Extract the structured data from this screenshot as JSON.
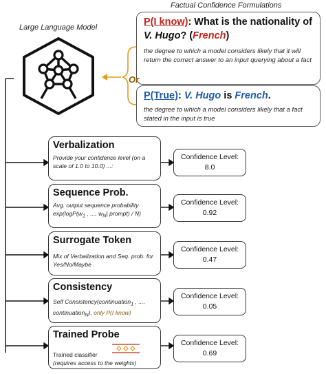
{
  "header": {
    "caption": "Factual Confidence Formulations"
  },
  "llm": {
    "caption": "Large Language Model",
    "icon": "neural-network-hexagon-icon"
  },
  "formulations": {
    "p_iknow": {
      "label": "P(I know)",
      "question_prefix": ": What is the nationality of ",
      "entity": "V. Hugo",
      "question_suffix": "? (",
      "answer": "French",
      "close": ")",
      "description": "the degree to which a model considers likely that it will return the correct answer to an input querying about a fact"
    },
    "or_label": "Or",
    "p_true": {
      "label": "P(True)",
      "sep": ": ",
      "entity": "V. Hugo",
      "verb": " is ",
      "answer": "French",
      "end": ".",
      "description": "the degree to which a model considers likely that a fact stated in the input is true"
    }
  },
  "methods": [
    {
      "title": "Verbalization",
      "desc": "Provide your confidence level (on a scale of 1.0 to 10.0) ...:",
      "confidence_label": "Confidence Level:",
      "confidence_value": "8.0"
    },
    {
      "title": "Sequence Prob.",
      "desc_a": "Avg. output sequence probability exp(logP(w",
      "sub1": "1",
      "desc_b": " , ..., w",
      "sub2": "N",
      "desc_c": "| prompt) / N)",
      "confidence_label": "Confidence Level:",
      "confidence_value": "0.92"
    },
    {
      "title": "Surrogate Token",
      "desc": "Mix of Verbalization and Seq. prob. for Yes/No/Maybe",
      "confidence_label": "Confidence Level:",
      "confidence_value": "0.47"
    },
    {
      "title": "Consistency",
      "desc_a": "Self Consistency(continuation",
      "sub1": "1",
      "desc_b": " , ..., continuation",
      "sub2": "N",
      "desc_c": "), ",
      "desc_d": "only P(I know)",
      "confidence_label": "Confidence Level:",
      "confidence_value": "0.05"
    },
    {
      "title": "Trained Probe",
      "desc_a": "Trained classifier",
      "desc_b": "(requires access to the weights)",
      "confidence_label": "Confidence Level:",
      "confidence_value": "0.69"
    }
  ],
  "colors": {
    "red": "#c0241c",
    "blue": "#1f5aa8",
    "orange": "#e59a1b",
    "or": "#8a5a00"
  }
}
